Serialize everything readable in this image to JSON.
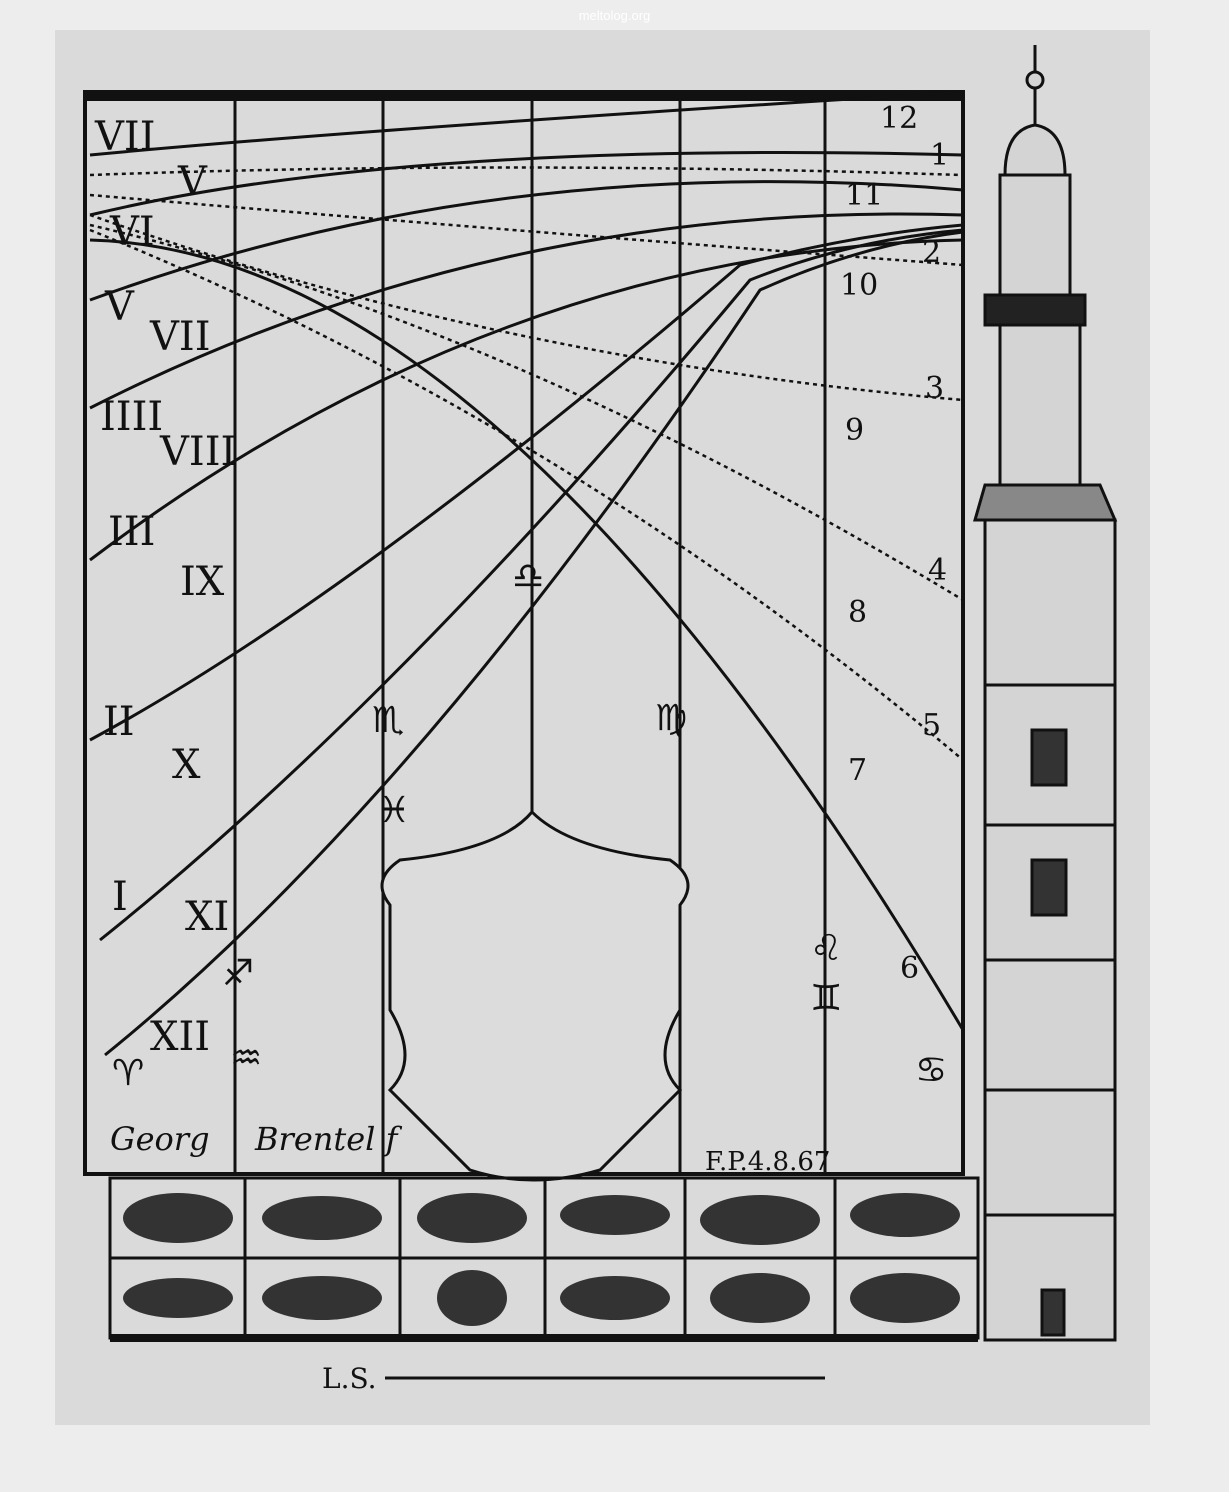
{
  "watermark": "meltolog.org",
  "left_hour_labels": [
    "VII",
    "V",
    "VI",
    "V",
    "VII",
    "IIII",
    "VIII",
    "III",
    "IX",
    "II",
    "X",
    "I",
    "XI",
    "XII"
  ],
  "right_hour_labels": [
    "12",
    "1",
    "11",
    "2",
    "10",
    "3",
    "9",
    "4",
    "8",
    "5",
    "7",
    "6"
  ],
  "zodiac_signs": [
    "♎",
    "♏",
    "♓",
    "♍",
    "♌",
    "♊",
    "♐",
    "♒",
    "♈",
    "♋"
  ],
  "signature": {
    "first": "Georg",
    "last": "Brentel f",
    "plate": "F.P.4.8.67"
  },
  "scale_label": "L.S."
}
